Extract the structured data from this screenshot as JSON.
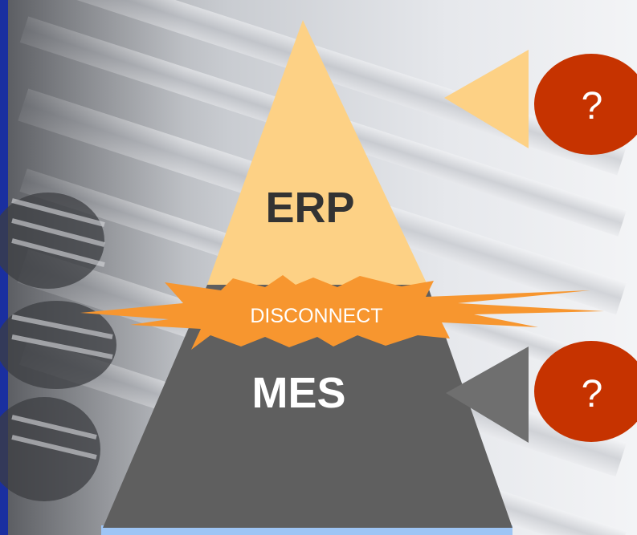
{
  "diagram": {
    "top_layer": {
      "label": "ERP",
      "color": "#fdd185"
    },
    "middle_layer": {
      "label": "MES",
      "color": "#5f5f5f"
    },
    "burst": {
      "label": "DISCONNECT",
      "color": "#f7962f"
    },
    "question_markers": [
      {
        "label": "?",
        "color": "#c63300",
        "arrow_color": "#fdd185"
      },
      {
        "label": "?",
        "color": "#c63300",
        "arrow_color": "#6f6f6f"
      }
    ],
    "frame_color": "#1a2fa0",
    "base_color": "#9ec5f5"
  }
}
